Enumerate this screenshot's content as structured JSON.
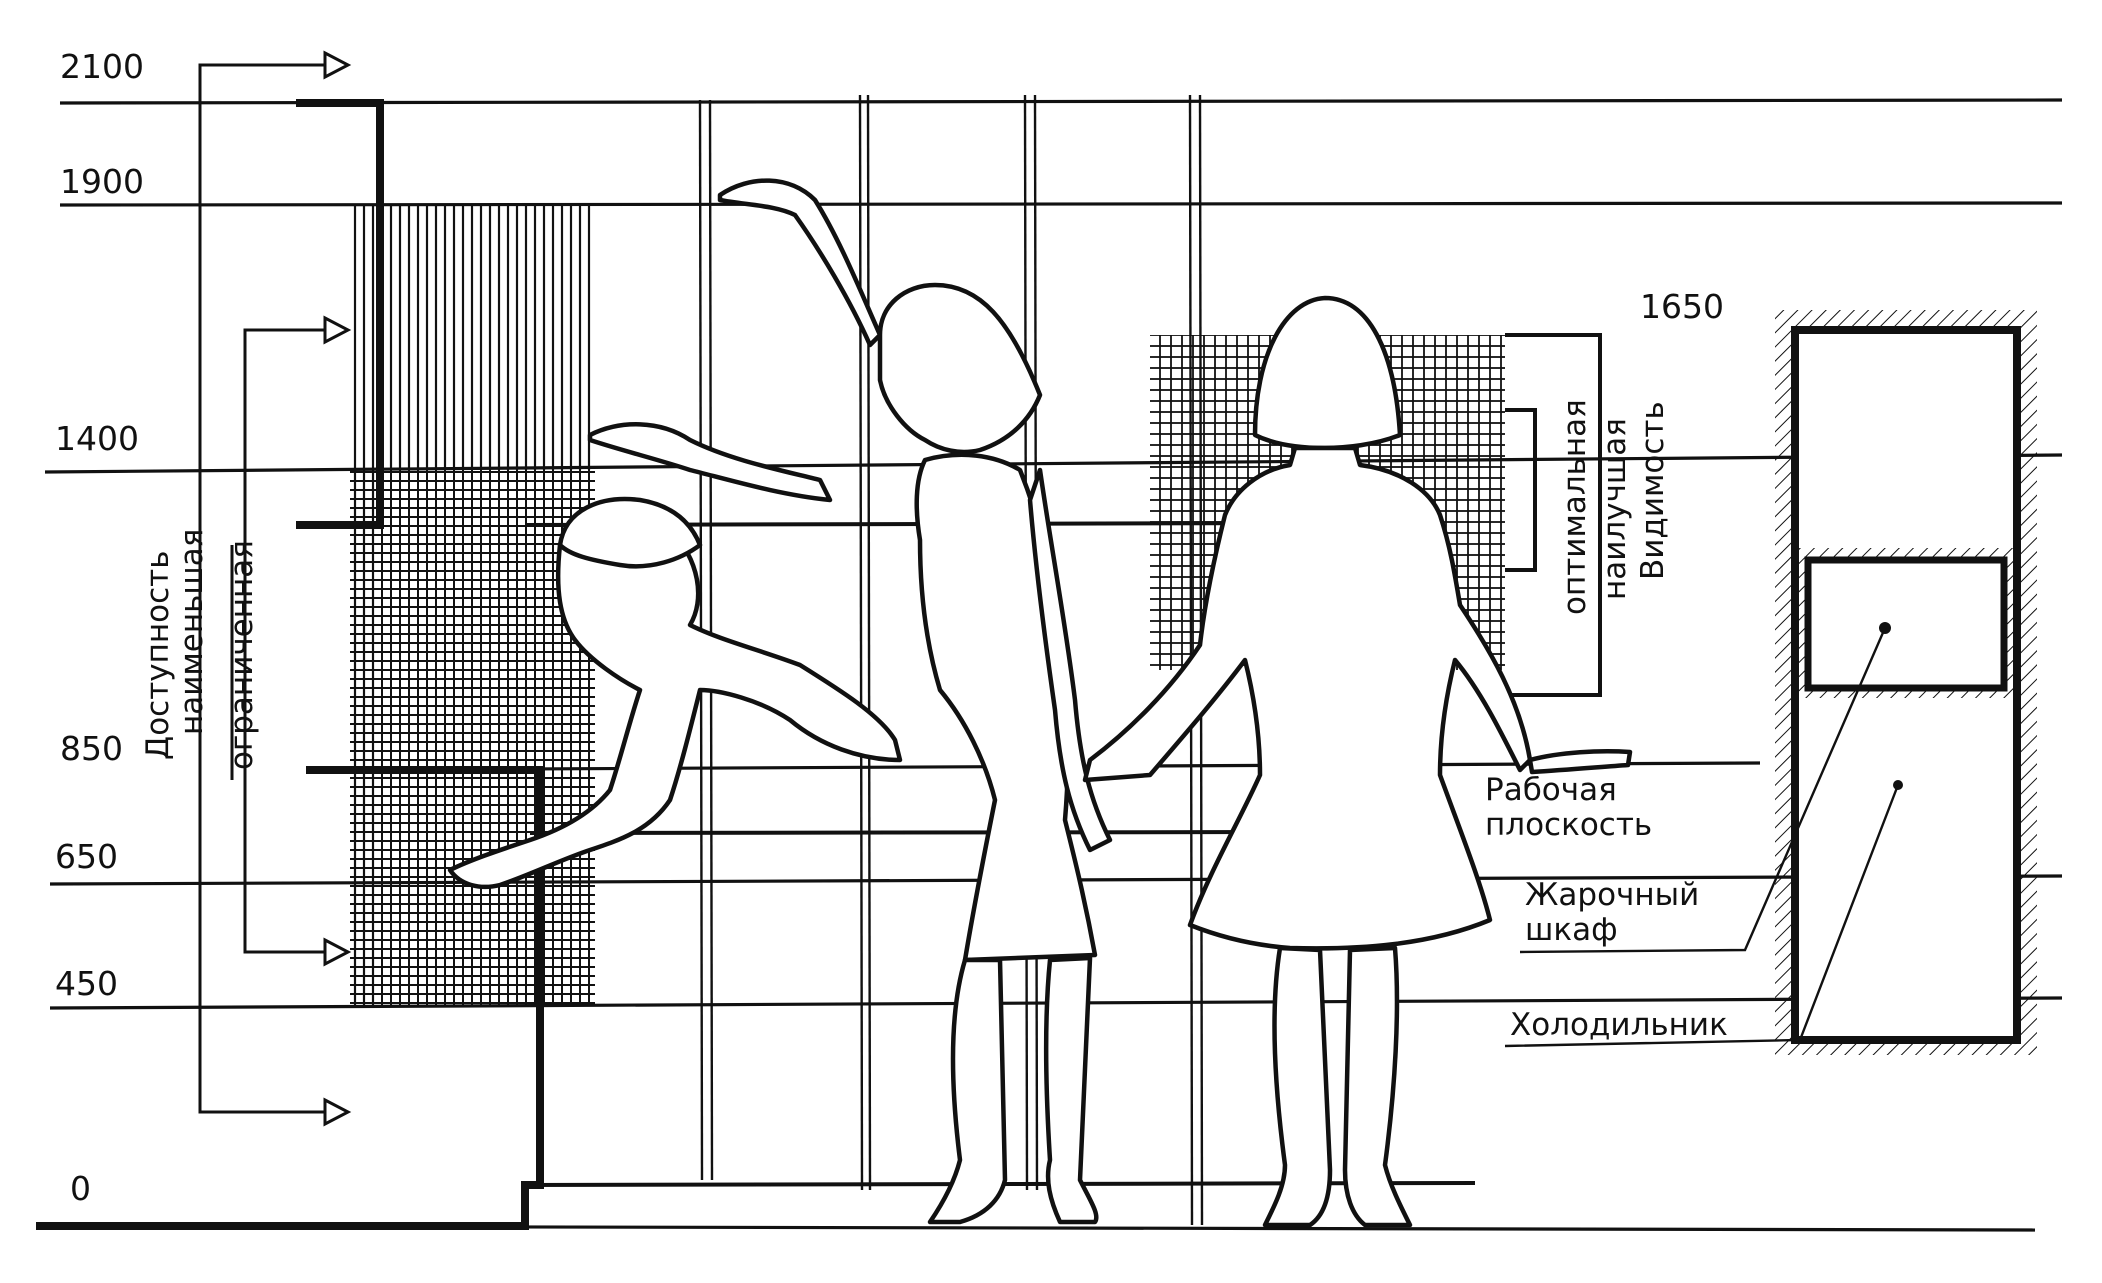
{
  "heights": {
    "h2100": "2100",
    "h1900": "1900",
    "h1650": "1650",
    "h1400": "1400",
    "h850": "850",
    "h650": "650",
    "h450": "450",
    "h0": "0"
  },
  "reach_labels": {
    "line1": "Доступность",
    "line2": "наименьшая",
    "line3": "ограниченная"
  },
  "visibility_labels": {
    "line1": "оптимальная",
    "line2": "наилучшая",
    "line3": "Видимость"
  },
  "callouts": {
    "work_surface_1": "Рабочая",
    "work_surface_2": "плоскость",
    "oven_1": "Жарочный",
    "oven_2": "шкаф",
    "fridge": "Холодильник"
  },
  "colors": {
    "ink": "#111111",
    "paper": "#ffffff"
  }
}
